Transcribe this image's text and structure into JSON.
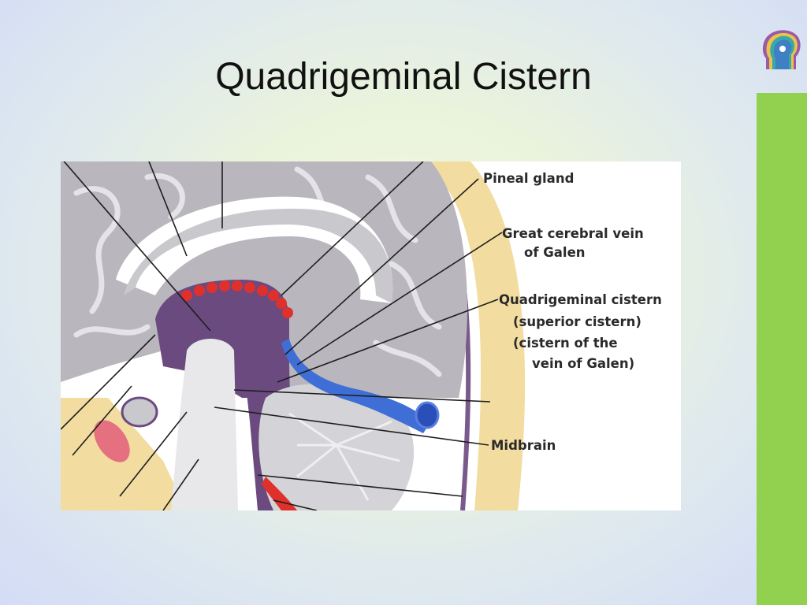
{
  "slide": {
    "title": "Quadrigeminal Cistern",
    "accent_color": "#92d050"
  },
  "logo": {
    "icon": "head-profile-logo-icon"
  },
  "diagram": {
    "labels": {
      "pineal_gland": "Pineal gland",
      "great_cerebral_vein_1": "Great cerebral vein",
      "great_cerebral_vein_2": "of Galen",
      "quadrigeminal_cistern_1": "Quadrigeminal cistern",
      "quadrigeminal_cistern_2": "(superior cistern)",
      "quadrigeminal_cistern_3": "(cistern of the",
      "quadrigeminal_cistern_4": "vein of Galen)",
      "midbrain": "Midbrain"
    }
  }
}
